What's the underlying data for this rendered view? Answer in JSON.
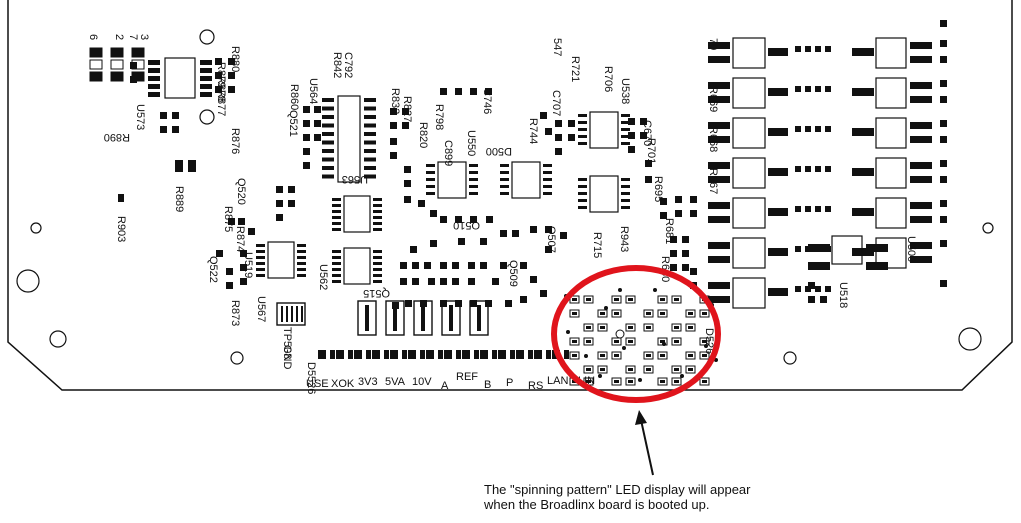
{
  "board": {
    "labels_rot90": [
      "6",
      "2",
      "7",
      "3",
      "R880",
      "R879",
      "R878",
      "R877",
      "U573",
      "R876",
      "R860",
      "Q521",
      "U564",
      "C792",
      "R842",
      "R832",
      "R827",
      "R820",
      "R798",
      "C746",
      "R890",
      "C899",
      "U550",
      "D500",
      "547",
      "R721",
      "C707",
      "R706",
      "R744",
      "U538",
      "C670",
      "R701",
      "R695",
      "70",
      "R669",
      "R668",
      "R667",
      "R889",
      "R903",
      "Q520",
      "R875",
      "R874",
      "U519",
      "Q522",
      "R873",
      "U567",
      "U562",
      "U563",
      "Q510",
      "Q507",
      "R715",
      "R943",
      "R681",
      "R680",
      "U500",
      "U518",
      "Q515",
      "Q509",
      "TP508",
      "GND",
      "D5526",
      "D526"
    ],
    "bottom_row": [
      "USE",
      "XOK",
      "3V3",
      "5VA",
      "10V",
      "A",
      "REF",
      "B",
      "P",
      "RS",
      "LAN",
      "LIN"
    ]
  },
  "callout": {
    "caption_lines": [
      "The \"spinning pattern\" LED display will appear",
      "when the Broadlinx board is booted up."
    ],
    "circle_color": "#e0141c"
  }
}
